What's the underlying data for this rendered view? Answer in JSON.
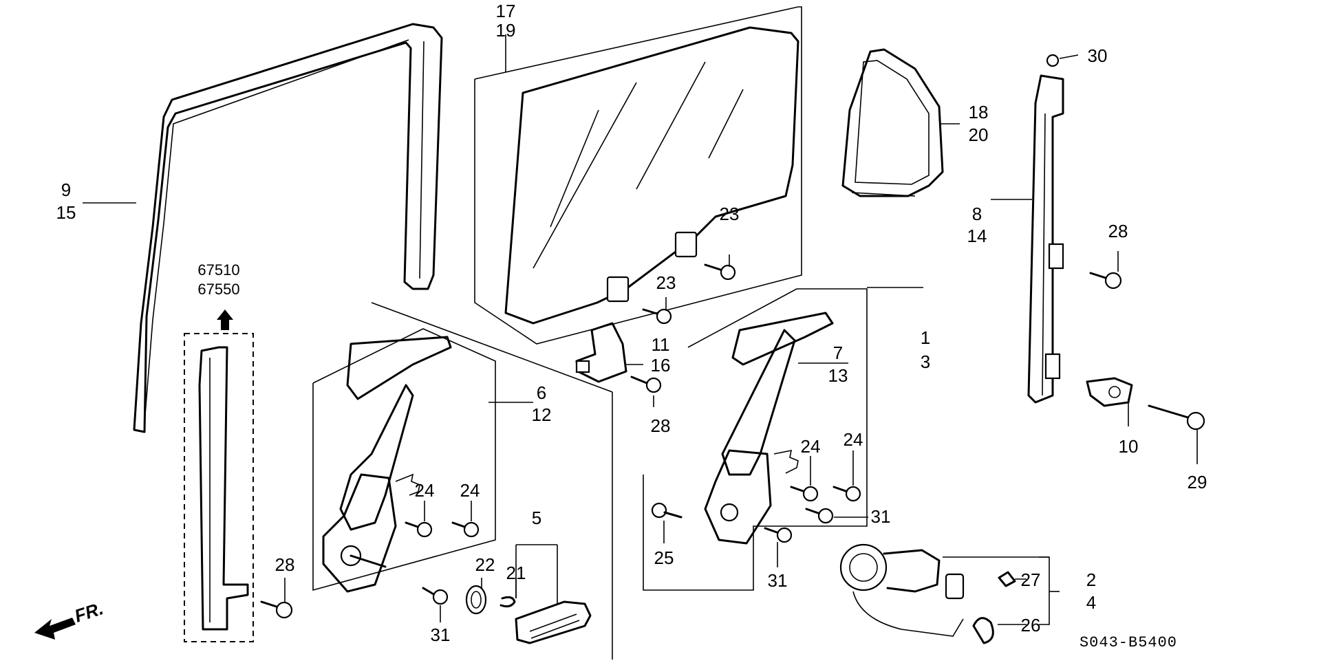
{
  "diagram_code": "S043-B5400",
  "front_indicator": "FR.",
  "reference_numbers": [
    "67510",
    "67550"
  ],
  "callouts": {
    "c1": "1",
    "c2": "2",
    "c3": "3",
    "c4": "4",
    "c5": "5",
    "c6": "6",
    "c7": "7",
    "c8": "8",
    "c9": "9",
    "c10": "10",
    "c11": "11",
    "c12": "12",
    "c13": "13",
    "c14": "14",
    "c15": "15",
    "c16": "16",
    "c17": "17",
    "c18": "18",
    "c19": "19",
    "c20": "20",
    "c21": "21",
    "c22": "22",
    "c23a": "23",
    "c23b": "23",
    "c24a": "24",
    "c24b": "24",
    "c24c": "24",
    "c24d": "24",
    "c25": "25",
    "c26": "26",
    "c27": "27",
    "c28a": "28",
    "c28b": "28",
    "c28c": "28",
    "c29": "29",
    "c30": "30",
    "c31a": "31",
    "c31b": "31",
    "c31c": "31"
  }
}
